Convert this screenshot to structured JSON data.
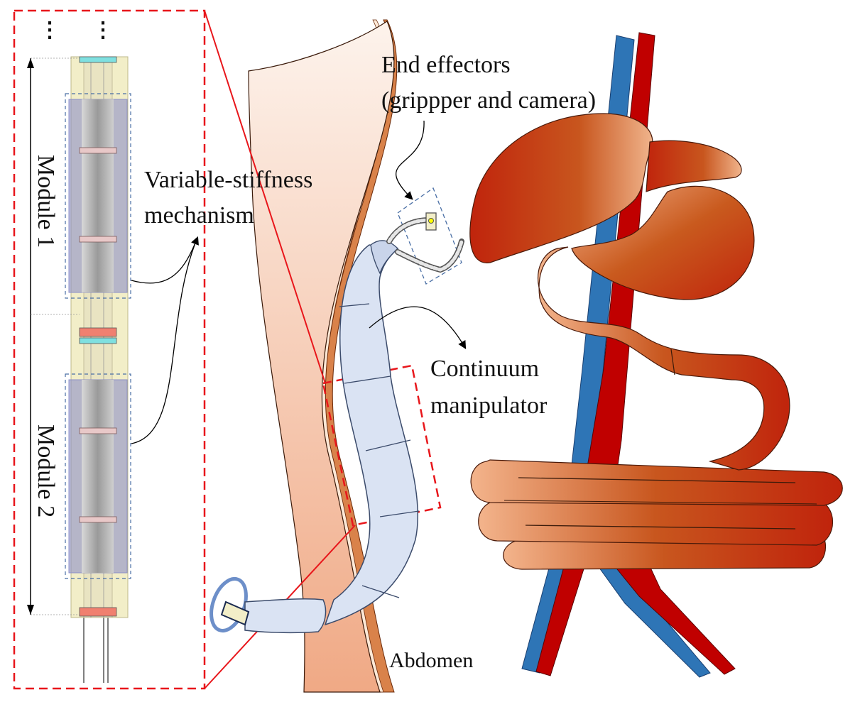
{
  "labels": {
    "end_effectors_line1": "End effectors",
    "end_effectors_line2": "(grippper and camera)",
    "variable_stiffness_line1": "Variable-stiffness",
    "variable_stiffness_line2": "mechanism",
    "continuum_line1": "Continuum",
    "continuum_line2": "manipulator",
    "abdomen": "Abdomen",
    "module1": "Module 1",
    "module2": "Module 2",
    "ellipsis": "⋮"
  },
  "colors": {
    "callout_red": "#e8161b",
    "module_box_blue": "#4a6fa5",
    "artery_red": "#c00000",
    "vein_blue": "#2e75b6",
    "organ_dark": "#c0240c",
    "organ_mid": "#c95a1e",
    "organ_light": "#f3b48c",
    "tissue_light": "#fdeee3",
    "tissue_dark": "#f1b088",
    "manipulator_fill": "#dae3f3",
    "manipulator_stroke": "#3b4b6b",
    "rod_fill": "#f2eec8",
    "sleeve_fill": "#8c90c8",
    "ring_pink": "#f08070",
    "ring_cyan": "#7fe0e0"
  }
}
